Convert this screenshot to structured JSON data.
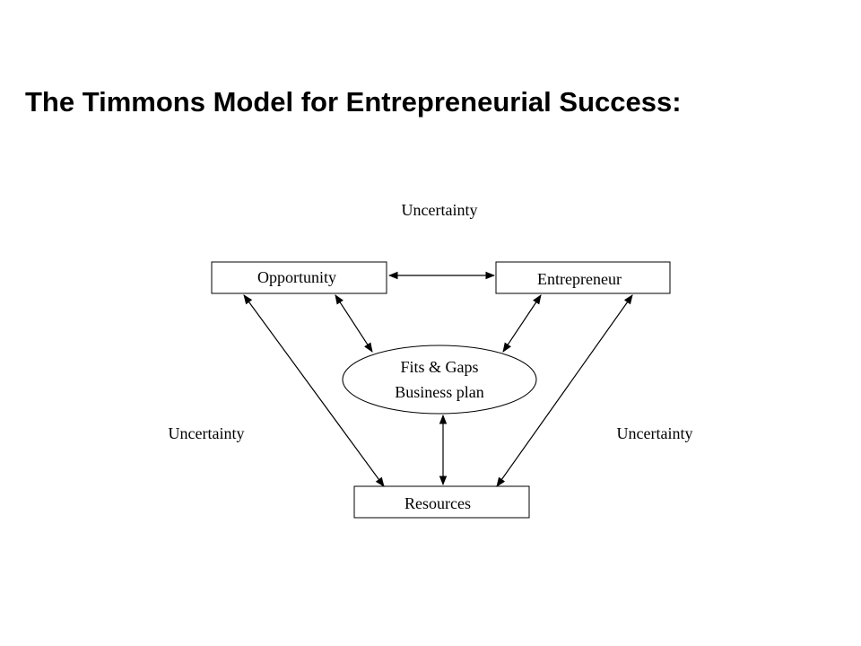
{
  "title": "The Timmons Model for Entrepreneurial Success:",
  "diagram": {
    "top_label": "Uncertainty",
    "left_label": "Uncertainty",
    "right_label": "Uncertainty",
    "opportunity": "Opportunity",
    "entrepreneur": "Entrepreneur",
    "center_line1": "Fits & Gaps",
    "center_line2": "Business plan",
    "resources": "Resources"
  },
  "colors": {
    "background": "#ffffff",
    "ink": "#000000"
  }
}
